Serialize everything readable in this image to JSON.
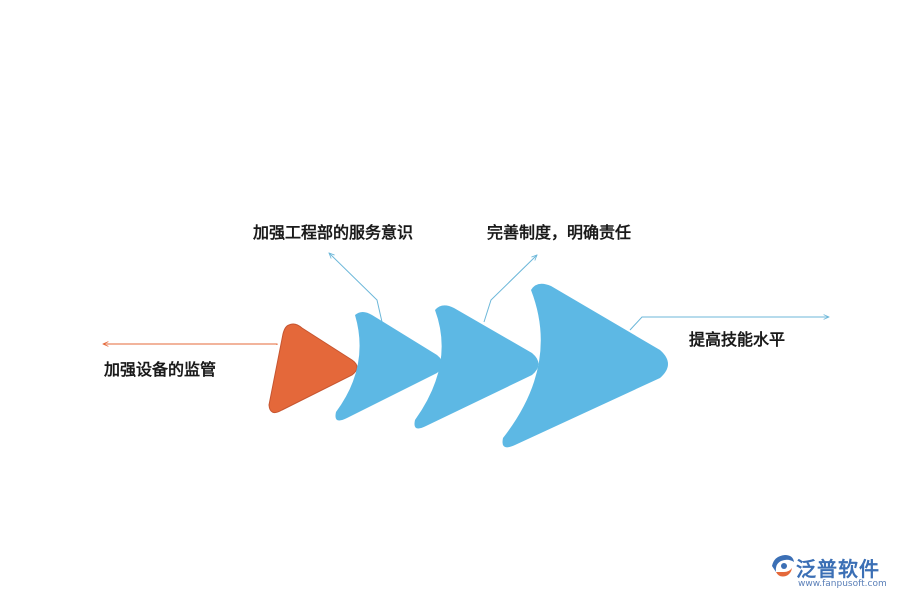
{
  "diagram": {
    "shapes": [
      {
        "id": "shape-1",
        "color": "#E4683A"
      },
      {
        "id": "shape-2",
        "color": "#5DB8E4"
      },
      {
        "id": "shape-3",
        "color": "#5DB8E4"
      },
      {
        "id": "shape-4",
        "color": "#5DB8E4"
      }
    ],
    "labels": [
      {
        "text": "加强设备的监管",
        "line_color": "#E4683A"
      },
      {
        "text": "加强工程部的服务意识",
        "line_color": "#6CB7D9"
      },
      {
        "text": "完善制度，明确责任",
        "line_color": "#6CB7D9"
      },
      {
        "text": "提高技能水平",
        "line_color": "#6CB7D9"
      }
    ]
  },
  "logo": {
    "name": "泛普软件",
    "url": "www.fanpusoft.com",
    "color": "#3B6FB5"
  }
}
